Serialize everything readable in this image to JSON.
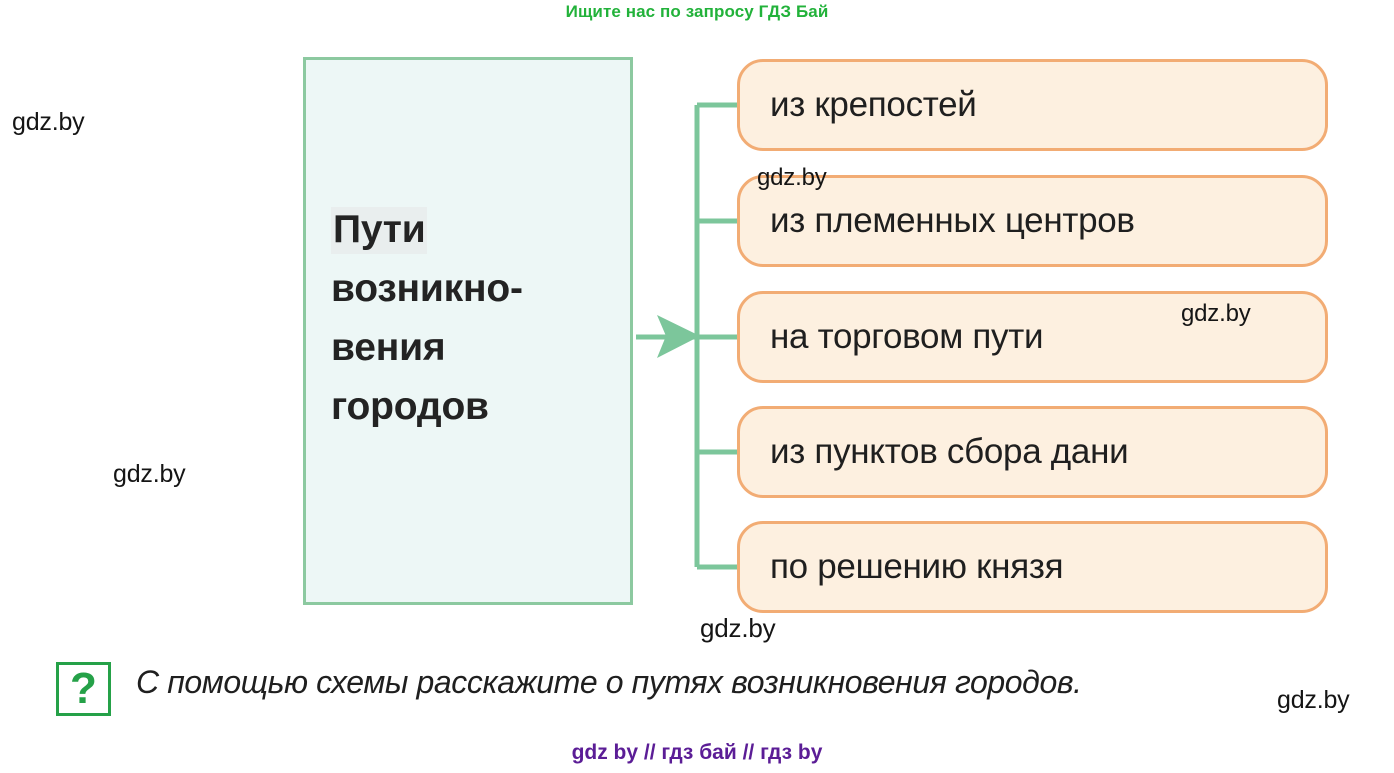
{
  "promo": {
    "text": "Ищите нас по запросу ГДЗ Бай"
  },
  "diagram": {
    "root": {
      "line1": "Пути",
      "line2": "возникно-",
      "line3": "вения",
      "line4": "городов"
    },
    "branches": [
      {
        "label": "из крепостей"
      },
      {
        "label": "из племенных центров"
      },
      {
        "label": "на торговом пути"
      },
      {
        "label": "из пунктов сбора дани"
      },
      {
        "label": "по решению князя"
      }
    ],
    "colors": {
      "root_border": "#8cc9a0",
      "root_fill": "#edf7f6",
      "leaf_border": "#f2ac74",
      "leaf_fill": "#fdf0e0",
      "connector": "#7cc69b",
      "promo_text": "#22b23a",
      "footer_text": "#5b1d96",
      "question_accent": "#25a148"
    }
  },
  "question": {
    "icon_glyph": "?",
    "text": "С помощью схемы расскажите о путях возникновения городов."
  },
  "watermarks": [
    {
      "text": "gdz.by"
    },
    {
      "text": "gdz.by"
    },
    {
      "text": "gdz.by"
    },
    {
      "text": "gdz.by"
    },
    {
      "text": "gdz.by"
    },
    {
      "text": "gdz.by"
    }
  ],
  "footer": {
    "text": "gdz by  //  гдз бай  //  гдз by"
  }
}
